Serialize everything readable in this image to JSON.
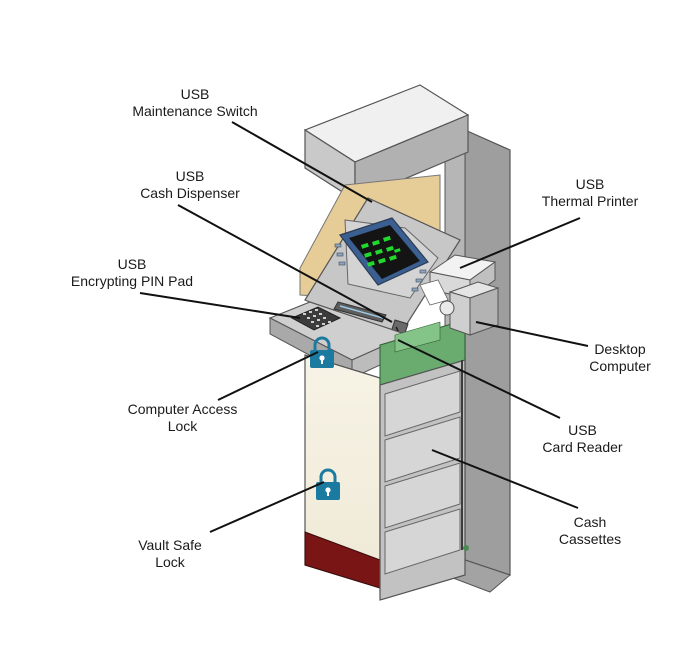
{
  "labels": {
    "maintenance_switch": {
      "line1": "USB",
      "line2": "Maintenance Switch"
    },
    "cash_dispenser": {
      "line1": "USB",
      "line2": "Cash Dispenser"
    },
    "pin_pad": {
      "line1": "USB",
      "line2": "Encrypting PIN Pad"
    },
    "computer_lock": {
      "line1": "Computer Access",
      "line2": "Lock"
    },
    "vault_lock": {
      "line1": "Vault Safe",
      "line2": "Lock"
    },
    "thermal_printer": {
      "line1": "USB",
      "line2": "Thermal Printer"
    },
    "desktop_computer": {
      "line1": "Desktop",
      "line2": "Computer"
    },
    "card_reader": {
      "line1": "USB",
      "line2": "Card Reader"
    },
    "cash_cassettes": {
      "line1": "Cash",
      "line2": "Cassettes"
    }
  },
  "icons": {
    "padlock": "lock-icon",
    "keypad": "keypad-icon"
  },
  "colors": {
    "lock_blue": "#1b7aa0",
    "housing_gray": "#bdbdbd",
    "panel_cream": "#f7f3e6",
    "vault_base": "#7a1515",
    "pcb_green": "#6aab6f",
    "screen_green": "#21d82f"
  }
}
